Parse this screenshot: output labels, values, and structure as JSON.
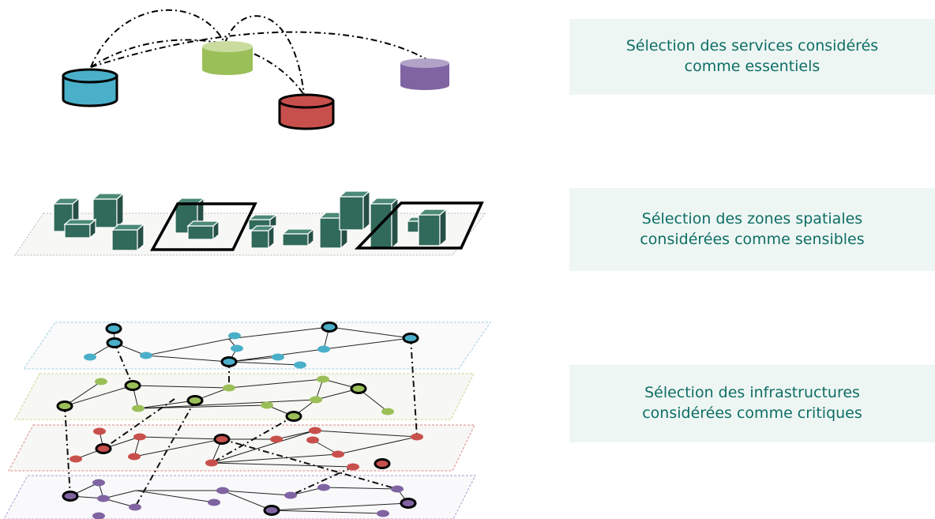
{
  "labels": {
    "services": {
      "line1": "Sélection des services considérés",
      "line2": "comme essentiels"
    },
    "zones": {
      "line1": "Sélection des zones spatiales",
      "line2": "considérées comme sensibles"
    },
    "infrastructures": {
      "line1": "Sélection des infrastructures",
      "line2": "considérées comme critiques"
    }
  },
  "colors": {
    "blue": "#4aafc9",
    "green": "#9bbf58",
    "red": "#c8504c",
    "purple": "#8064a2",
    "building": "#316a5a",
    "label_text": "#0e6e66",
    "label_bg": "#eef6f3",
    "layer_blue": "#9ccfe0",
    "layer_green": "#c7d68e",
    "layer_red": "#e08a86",
    "layer_purple": "#a79bd0"
  },
  "layers": {
    "services": [
      "blue-database",
      "green-database",
      "red-database",
      "purple-database"
    ],
    "zones": [
      "building-cluster",
      "sensitive-zone-outline"
    ],
    "network_layers": [
      "blue-network",
      "green-network",
      "red-network",
      "purple-network"
    ]
  }
}
